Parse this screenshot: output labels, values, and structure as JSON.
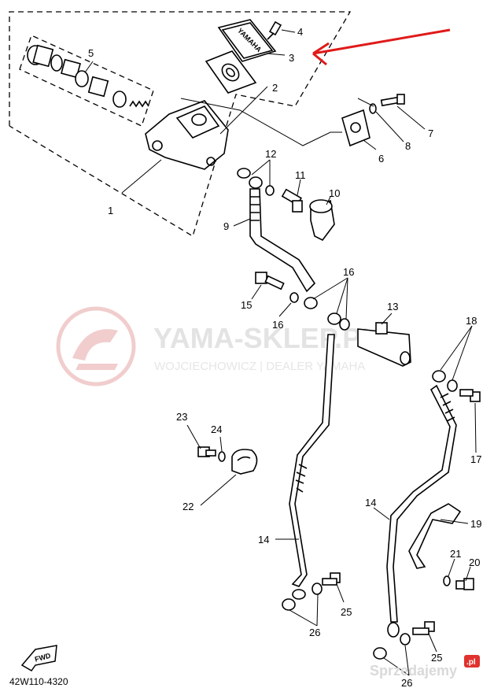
{
  "watermark": {
    "brand": "YAMA-SKLEP.PL",
    "subtitle": "WOJCIECHOWICZ | DEALER YAMAHA"
  },
  "labels": [
    "1",
    "2",
    "3",
    "4",
    "5",
    "6",
    "7",
    "8",
    "9",
    "10",
    "11",
    "12",
    "13",
    "14",
    "15",
    "16",
    "17",
    "18",
    "19",
    "20",
    "21",
    "22",
    "23",
    "24",
    "25",
    "26"
  ],
  "cover_text": "YAMAHA",
  "diagram_code": "42W110-4320",
  "fwd_label": "FWD",
  "sprzedajemy": {
    "text": "Sprzedajemy",
    "suffix": ".pl"
  },
  "colors": {
    "arrow": "#e01a1a",
    "watermark_logo": "#f0c8c8",
    "sprzedajemy_badge": "#e0322e"
  },
  "icons": [
    "fwd-arrow-icon",
    "red-pointer-arrow-icon",
    "watermark-logo-icon"
  ]
}
